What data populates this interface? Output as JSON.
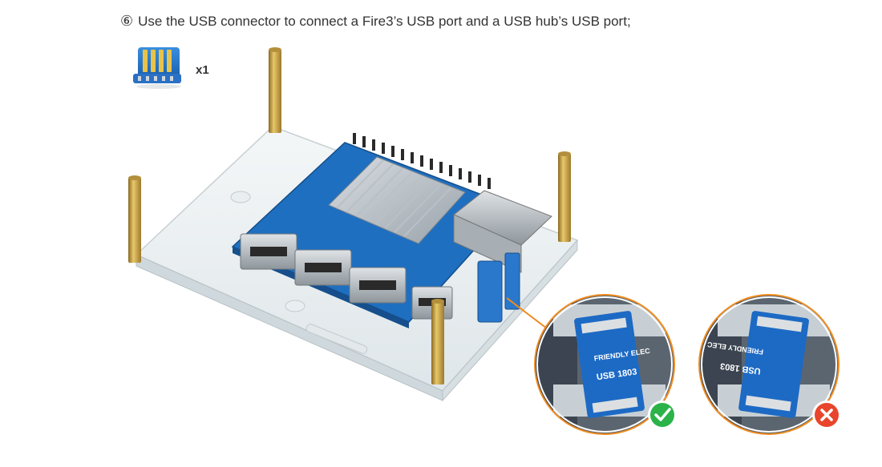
{
  "instruction": {
    "step_number": "⑥",
    "text": "Use the USB connector to connect a Fire3’s USB port and a USB hub’s USB port;"
  },
  "part": {
    "icon": "usb-connector-icon",
    "quantity": "x1"
  },
  "detail_views": {
    "correct": {
      "board_label_brand": "FRIENDLY ELEC",
      "board_label_model": "USB 1803",
      "status_icon": "check-icon",
      "status_color": "#2bb34a"
    },
    "incorrect": {
      "board_label_brand": "FRIENDLY ELEC",
      "board_label_model": "USB 1803",
      "status_icon": "cross-icon",
      "status_color": "#e8452c"
    }
  },
  "colors": {
    "accent_ring": "#f08a1c",
    "pcb_blue": "#1f6fc0",
    "standoff_brass": "#c9a24a"
  }
}
